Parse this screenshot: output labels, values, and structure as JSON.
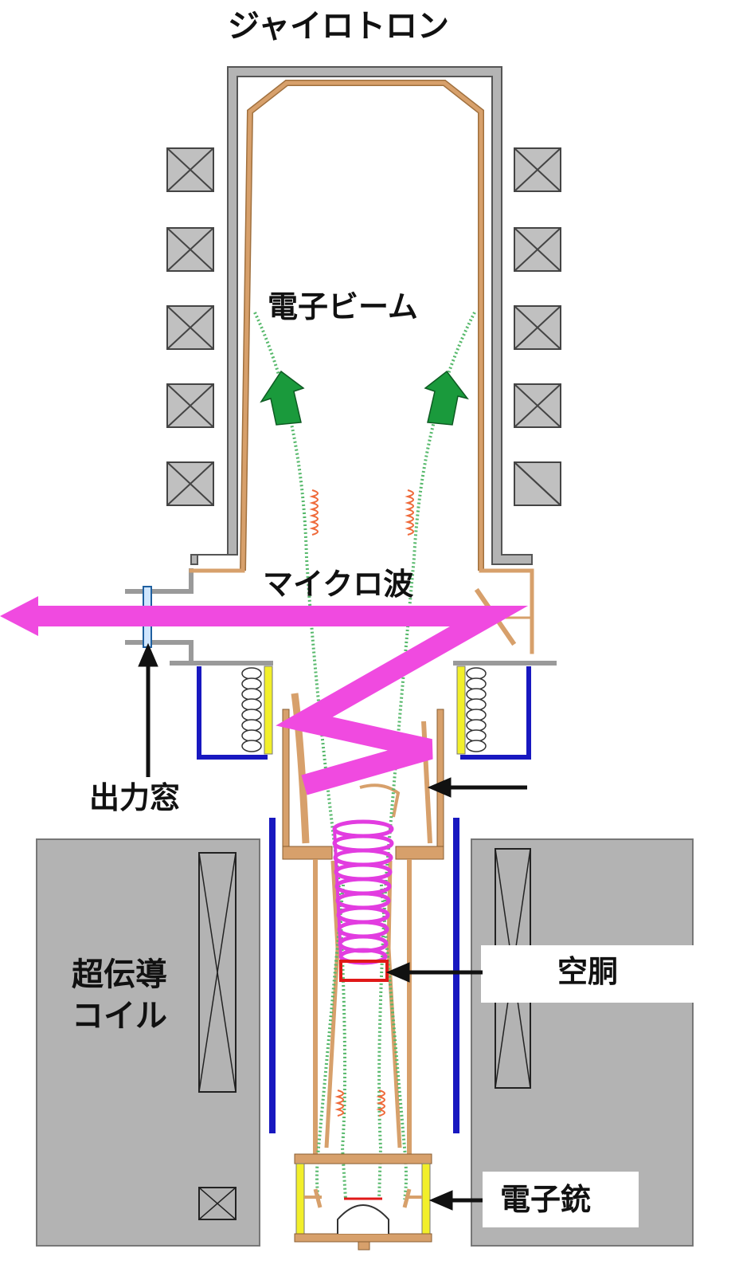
{
  "title": "ジャイロトロン",
  "labels": {
    "electron_beam": "電子ビーム",
    "microwave": "マイクロ波",
    "output_window": "出力窓",
    "sc_coil_line1": "超伝導",
    "sc_coil_line2": "コイル",
    "cavity": "空胴",
    "electron_gun": "電子銃"
  },
  "colors": {
    "tube_frame": "#d7a06b",
    "vessel_gray": "#b4b4b4",
    "coil_block": "#b3b3b3",
    "microwave": "#f04ae0",
    "beam": "#55b86a",
    "beam_arrow": "#1a9a3c",
    "shield_blue": "#1818c0",
    "insulator_yellow": "#f2ef2a",
    "cavity_red": "#e01818",
    "spring_orange": "#ef6a3a"
  },
  "icons": [
    "coil-cross-icon",
    "beam-arrow-icon",
    "spring-coil-icon",
    "pointer-arrow-icon"
  ]
}
